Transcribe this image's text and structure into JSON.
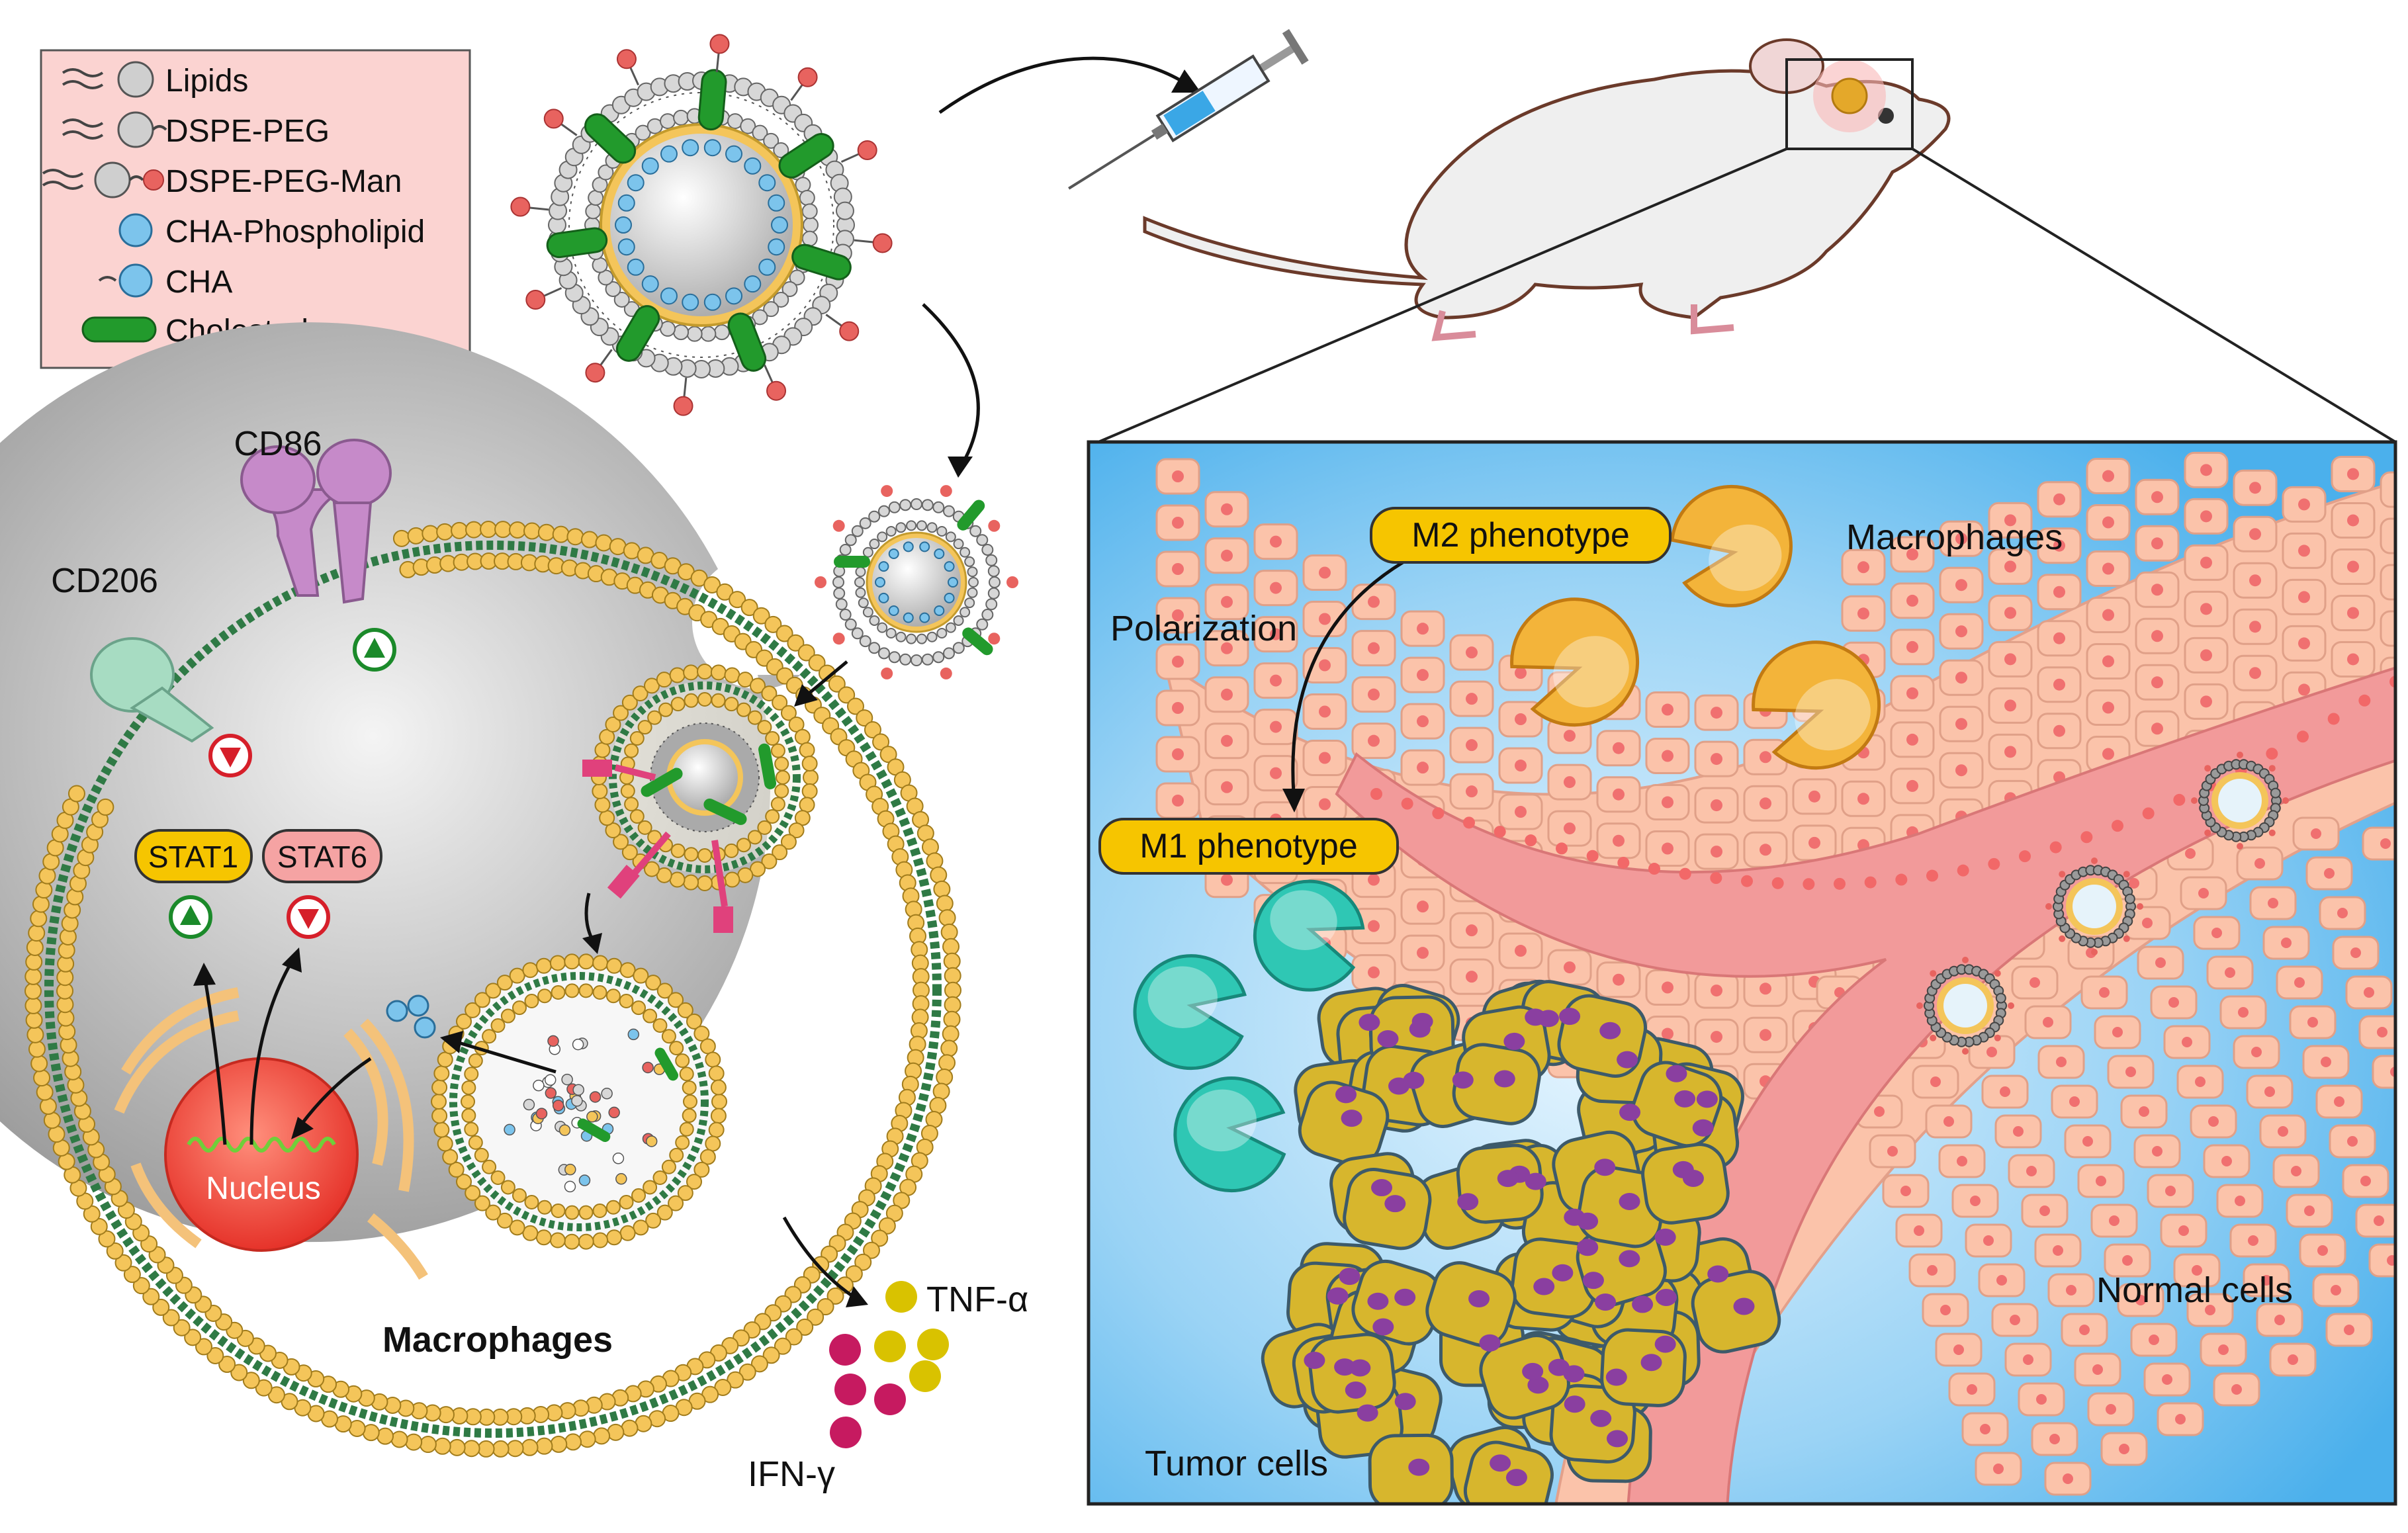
{
  "legend": {
    "items": [
      {
        "label": "Lipids",
        "icon": "lipid-icon"
      },
      {
        "label": "DSPE-PEG",
        "icon": "dspe-peg-icon"
      },
      {
        "label": "DSPE-PEG-Man",
        "icon": "dspe-peg-man-icon"
      },
      {
        "label": "CHA-Phospholipid",
        "icon": "cha-phospholipid-icon"
      },
      {
        "label": "CHA",
        "icon": "cha-icon"
      },
      {
        "label": "Cholestrol",
        "icon": "cholesterol-icon"
      }
    ]
  },
  "labels": {
    "cd86": "CD86",
    "cd206": "CD206",
    "stat1": "STAT1",
    "stat6": "STAT6",
    "nucleus": "Nucleus",
    "macrophages_cell": "Macrophages",
    "tnf": "TNF-α",
    "ifn": "IFN-γ"
  },
  "panel": {
    "m2": "M2 phenotype",
    "macrophages": "Macrophages",
    "polarization": "Polarization",
    "m1": "M1 phenotype",
    "tumor": "Tumor cells",
    "normal": "Normal cells"
  },
  "colors": {
    "legend_bg": "#fbd3d1",
    "panel_bg": "#5ab7ee",
    "lipid_head": "#d7d7d7",
    "phospholipid_head": "#f4c55a",
    "cha_blue": "#7cc4ec",
    "cholesterol_green": "#229a2c",
    "man_red": "#e8635f",
    "label_yellow": "#f6c500",
    "label_pink": "#f5a3a3",
    "tumor_yellow": "#d7b62d",
    "tumor_nucleus": "#8a3fa0",
    "normal_cell": "#fbc3aa",
    "vessel": "#f29a9a",
    "m2_orange": "#f3b43a",
    "m1_teal": "#2fc7b4",
    "tnf_yellow": "#d9c200",
    "ifn_magenta": "#c61a60"
  }
}
